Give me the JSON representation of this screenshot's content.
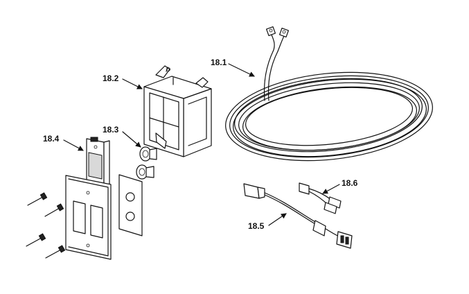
{
  "labels": {
    "part_18_1": "18.1",
    "part_18_2": "18.2",
    "part_18_3": "18.3",
    "part_18_4": "18.4",
    "part_18_5": "18.5",
    "part_18_6": "18.6"
  },
  "colors": {
    "ink": "#111111",
    "paper": "#ffffff",
    "shade": "#d9d9d9"
  }
}
